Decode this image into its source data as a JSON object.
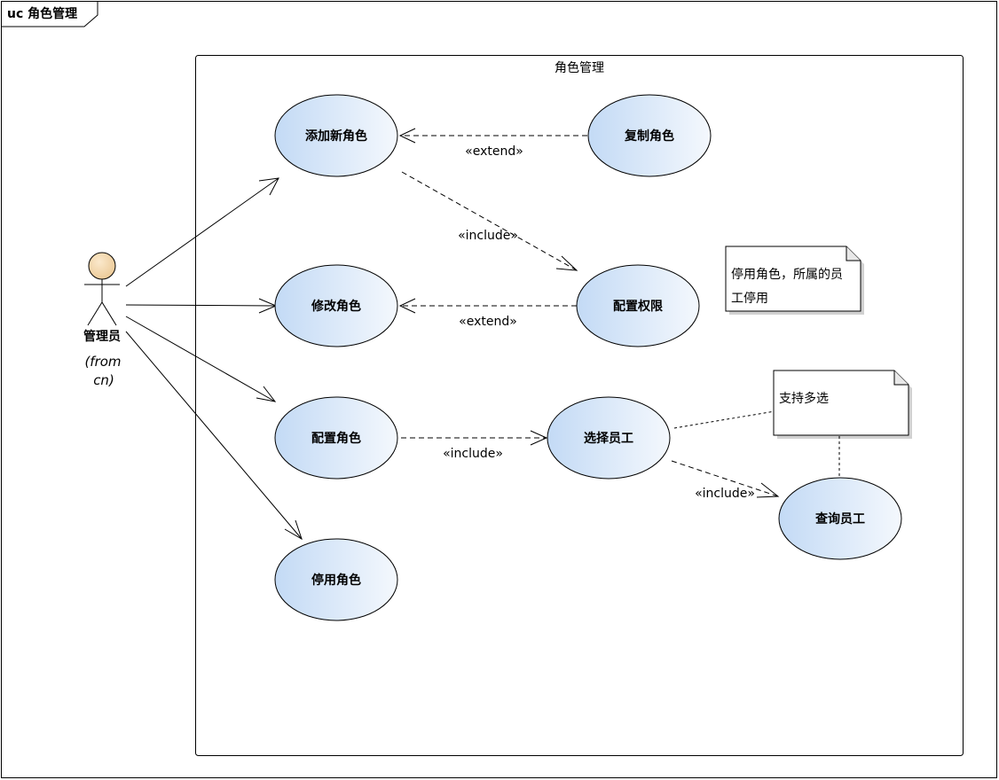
{
  "frame": {
    "label": "uc 角色管理"
  },
  "system_boundary": {
    "label": "角色管理"
  },
  "actor": {
    "name": "管理员",
    "from_line1": "(from",
    "from_line2": "cn)"
  },
  "use_cases": {
    "add_role": "添加新角色",
    "copy_role": "复制角色",
    "edit_role": "修改角色",
    "config_permission": "配置权限",
    "config_role": "配置角色",
    "select_employee": "选择员工",
    "query_employee": "查询员工",
    "disable_role": "停用角色"
  },
  "relations": {
    "extend_copy": "«extend»",
    "include_permission": "«include»",
    "extend_permission": "«extend»",
    "include_select": "«include»",
    "include_query": "«include»"
  },
  "notes": {
    "disable_note_line1": "停用角色，所属的员",
    "disable_note_line2": "工停用",
    "multi_select_note": "支持多选"
  },
  "colors": {
    "usecase_fill_start": "#c6dcf6",
    "usecase_fill_end": "#ffffff",
    "actor_head": "#f5d8a8",
    "stroke": "#000000"
  }
}
